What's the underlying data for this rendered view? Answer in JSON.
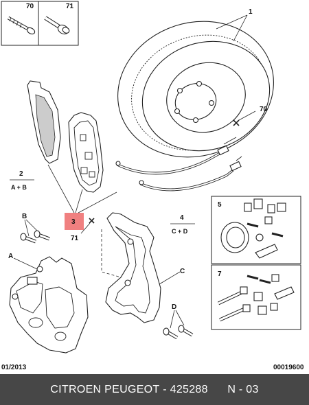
{
  "callouts": {
    "c1": "1",
    "c2": "2",
    "c2_sub": "A + B",
    "c3": "3",
    "c4": "4",
    "c4_sub": "C + D",
    "c5": "5",
    "c7": "7",
    "c70_top": "70",
    "c71_top": "71",
    "c70_disc": "70",
    "c71_pad": "71",
    "cA": "A",
    "cB": "B",
    "cC": "C",
    "cD": "D"
  },
  "meta": {
    "date": "01/2013",
    "ref": "00019600"
  },
  "footer": {
    "brand": "CITROEN PEUGEOT",
    "sep": " - ",
    "part_number": "425288",
    "position": "N - 03"
  },
  "colors": {
    "highlight": "#f08080",
    "footer_bg": "#474747",
    "pad_fill": "#cccccc"
  }
}
